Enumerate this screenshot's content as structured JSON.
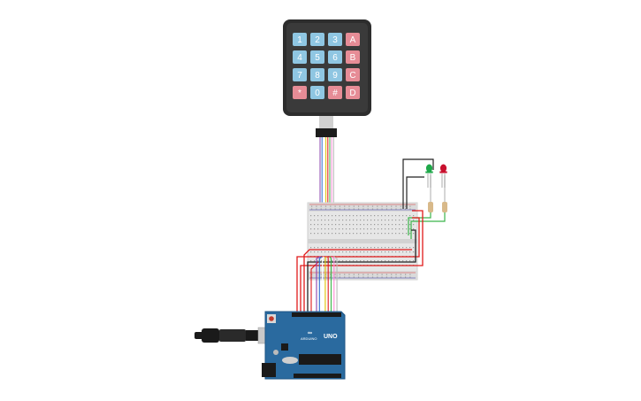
{
  "keypad": {
    "keys": [
      {
        "label": "1",
        "type": "digit"
      },
      {
        "label": "2",
        "type": "digit"
      },
      {
        "label": "3",
        "type": "digit"
      },
      {
        "label": "A",
        "type": "letter"
      },
      {
        "label": "4",
        "type": "digit"
      },
      {
        "label": "5",
        "type": "digit"
      },
      {
        "label": "6",
        "type": "digit"
      },
      {
        "label": "B",
        "type": "letter"
      },
      {
        "label": "7",
        "type": "digit"
      },
      {
        "label": "8",
        "type": "digit"
      },
      {
        "label": "9",
        "type": "digit"
      },
      {
        "label": "C",
        "type": "letter"
      },
      {
        "label": "*",
        "type": "letter"
      },
      {
        "label": "0",
        "type": "digit"
      },
      {
        "label": "#",
        "type": "letter"
      },
      {
        "label": "D",
        "type": "letter"
      }
    ]
  },
  "arduino": {
    "logo": "∞",
    "model": "UNO",
    "brand": "ARDUINO"
  },
  "leds": [
    {
      "color_name": "green",
      "color": "#1fa84a"
    },
    {
      "color_name": "red",
      "color": "#c8102e"
    }
  ],
  "colors": {
    "digit_key": "#8fc6e2",
    "letter_key": "#e68c96",
    "keypad_body": "#2d2d2d",
    "board": "#2a6a9f",
    "breadboard": "#e6e6e6",
    "wire_red": "#e01a1a",
    "wire_black": "#222222",
    "wire_green": "#3bb54a"
  },
  "ribbon_wire_colors": [
    "#8e44ad",
    "#2b6ed0",
    "#ffffff",
    "#e0c100",
    "#e01a1a",
    "#3bb54a",
    "#ff8ad6",
    "#bbbbbb"
  ]
}
